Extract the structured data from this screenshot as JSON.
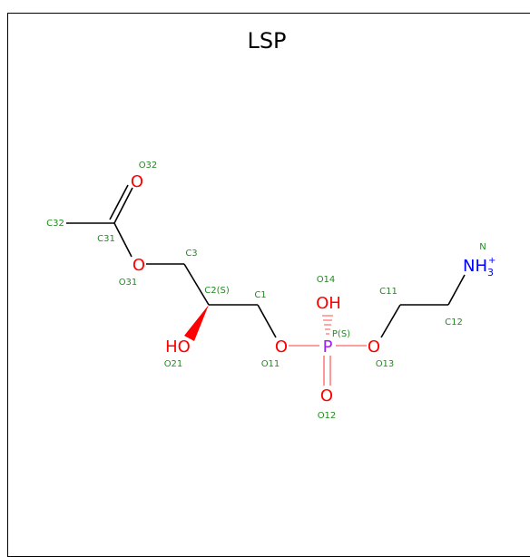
{
  "title": "LSP",
  "colors": {
    "carbon": "#228B22",
    "oxygen": "#FF0000",
    "nitrogen": "#0000FF",
    "phosphorus": "#A020F0",
    "bond": "#000000"
  },
  "atoms": {
    "o32": {
      "element": "O",
      "label": "O32"
    },
    "c32": {
      "label": "C32"
    },
    "c31": {
      "label": "C31"
    },
    "o31": {
      "element": "O",
      "label": "O31"
    },
    "c3": {
      "label": "C3"
    },
    "c2": {
      "label": "C2(S)"
    },
    "o21": {
      "element": "HO",
      "label": "O21"
    },
    "c1": {
      "label": "C1"
    },
    "o11": {
      "element": "O",
      "label": "O11"
    },
    "p": {
      "element": "P",
      "label": "P(S)"
    },
    "o14": {
      "element": "OH",
      "label": "O14"
    },
    "o12": {
      "element": "O",
      "label": "O12"
    },
    "o13": {
      "element": "O",
      "label": "O13"
    },
    "c11": {
      "label": "C11"
    },
    "c12": {
      "label": "C12"
    },
    "n": {
      "element": "NH",
      "subscript": "3",
      "charge": "+",
      "label": "N"
    }
  }
}
